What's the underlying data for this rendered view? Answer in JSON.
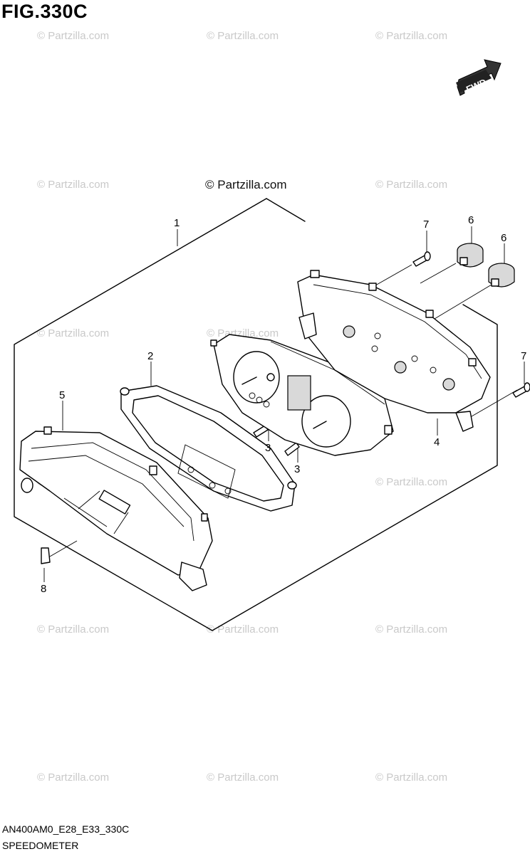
{
  "figure": {
    "title": "FIG.330C"
  },
  "watermark": {
    "text": "© Partzilla.com"
  },
  "copyright": {
    "text": "© Partzilla.com"
  },
  "fwd": {
    "label": "FWD"
  },
  "callouts": {
    "c1": "1",
    "c2": "2",
    "c3a": "3",
    "c3b": "3",
    "c4": "4",
    "c5": "5",
    "c6a": "6",
    "c6b": "6",
    "c7a": "7",
    "c7b": "7",
    "c8": "8"
  },
  "footer": {
    "code": "AN400AM0_E28_E33_330C",
    "name": "SPEEDOMETER"
  }
}
